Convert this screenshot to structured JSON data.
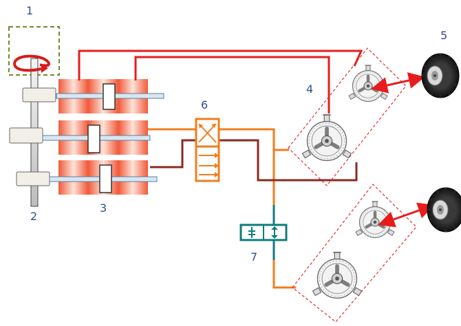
{
  "labels": {
    "l1": "1",
    "l2": "2",
    "l3": "3",
    "l4": "4",
    "l5": "5",
    "l6": "6",
    "l7": "7"
  },
  "colors": {
    "label": "#2f4f8f",
    "pressure_line": "#e81c1c",
    "supply_line": "#f07d1e",
    "return_line": "#8a2a22",
    "valve7": "#0e7d7b",
    "valve6": "#f07d1e",
    "input_box": "#6e8a2c",
    "pump_stripe": "#f15a3a",
    "shaft": "#c9c9c9",
    "rod": "#7ba7c6",
    "dashed_box": "#e03030",
    "wheel_arrow": "#e81c1c"
  },
  "icons": {
    "input_rotation": "rotation-arrow-icon",
    "wheel": "wheel-icon",
    "motor": "hydraulic-motor-icon"
  }
}
